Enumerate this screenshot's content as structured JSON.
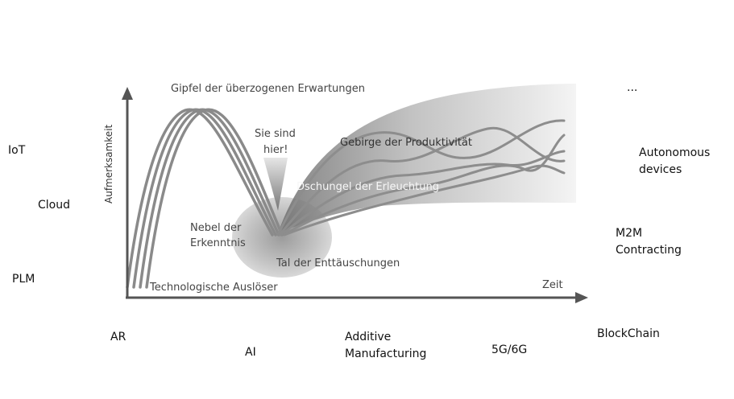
{
  "diagram": {
    "axis_y_label": "Aufmerksamkeit",
    "axis_x_label": "Zeit",
    "phases": {
      "trigger": "Technologische Auslöser",
      "peak": "Gipfel der überzogenen Erwartungen",
      "you_are_here_line1": "Sie sind",
      "you_are_here_line2": "hier!",
      "fog_line1": "Nebel der",
      "fog_line2": "Erkenntnis",
      "trough": "Tal der Enttäuschungen",
      "jungle": "Dschungel der Erleuchtung",
      "mountains": "Gebirge der Produktivität"
    },
    "colors": {
      "curve": "#8a8a8a",
      "axis": "#555555",
      "fog": "#c8c8c8",
      "band": "#9a9a9a"
    }
  },
  "technologies": {
    "left": [
      "IoT",
      "Cloud",
      "PLM"
    ],
    "bottom": [
      "AR",
      "AI",
      "Additive",
      "Manufacturing",
      "5G/6G",
      "BlockChain"
    ],
    "right": [
      "...",
      "Autonomous",
      "devices",
      "M2M",
      "Contracting"
    ]
  }
}
